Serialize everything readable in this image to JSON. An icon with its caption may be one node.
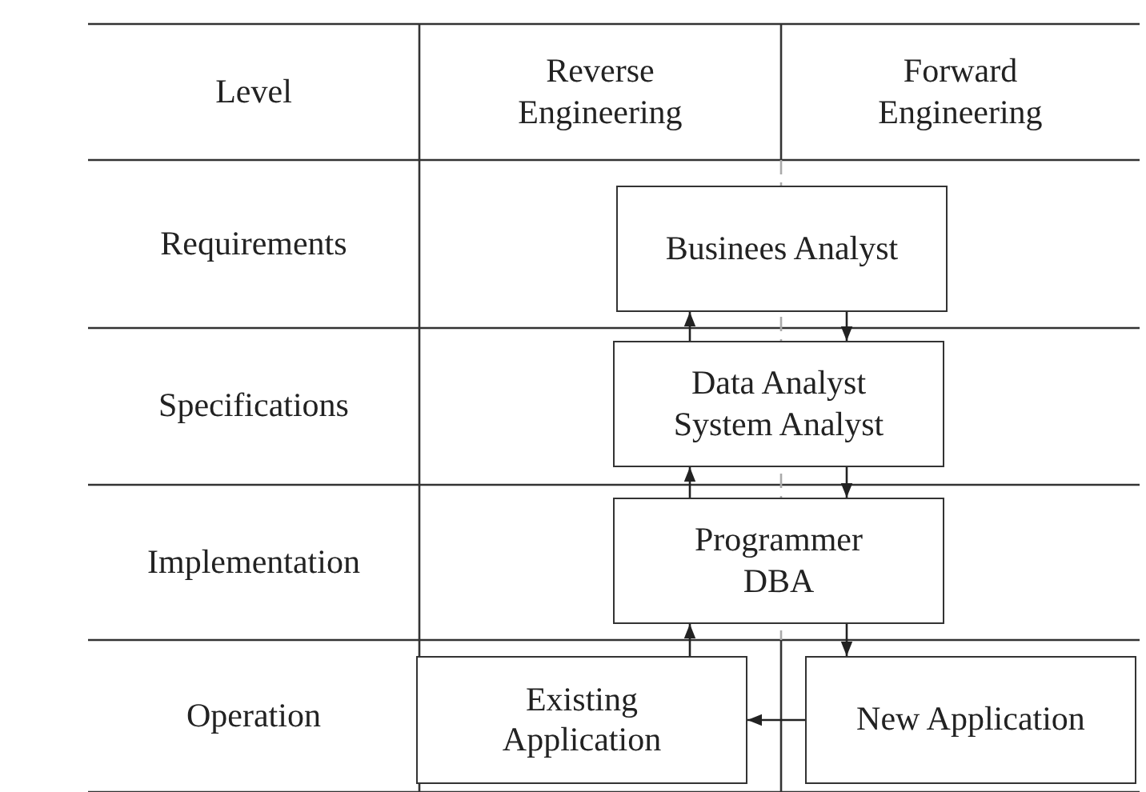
{
  "diagram": {
    "nodes": [
      {
        "text": [
          "Businees Analyst"
        ]
      },
      {
        "text": [
          "Data Analyst System Analyst"
        ]
      },
      {
        "text": [
          "Programmer DBA"
        ]
      },
      {
        "text": [
          "Existing Application"
        ]
      },
      {
        "text": [
          "New Application"
        ]
      }
    ],
    "edges": [
      {
        "from": 3,
        "to": 2,
        "arrow": "to"
      },
      {
        "from": 2,
        "to": 1,
        "arrow": "to"
      },
      {
        "from": 1,
        "to": 0,
        "arrow": "to"
      },
      {
        "from": 0,
        "to": 1,
        "arrow": "to"
      },
      {
        "from": 1,
        "to": 2,
        "arrow": "to"
      },
      {
        "from": 2,
        "to": 4,
        "arrow": "to"
      },
      {
        "from": 4,
        "to": 3,
        "arrow": "to"
      }
    ],
    "labels": [
      "Level",
      "Reverse Engineering",
      "Forward Engineering",
      "Requirements",
      "Specifications",
      "Implementation",
      "Operation"
    ]
  }
}
